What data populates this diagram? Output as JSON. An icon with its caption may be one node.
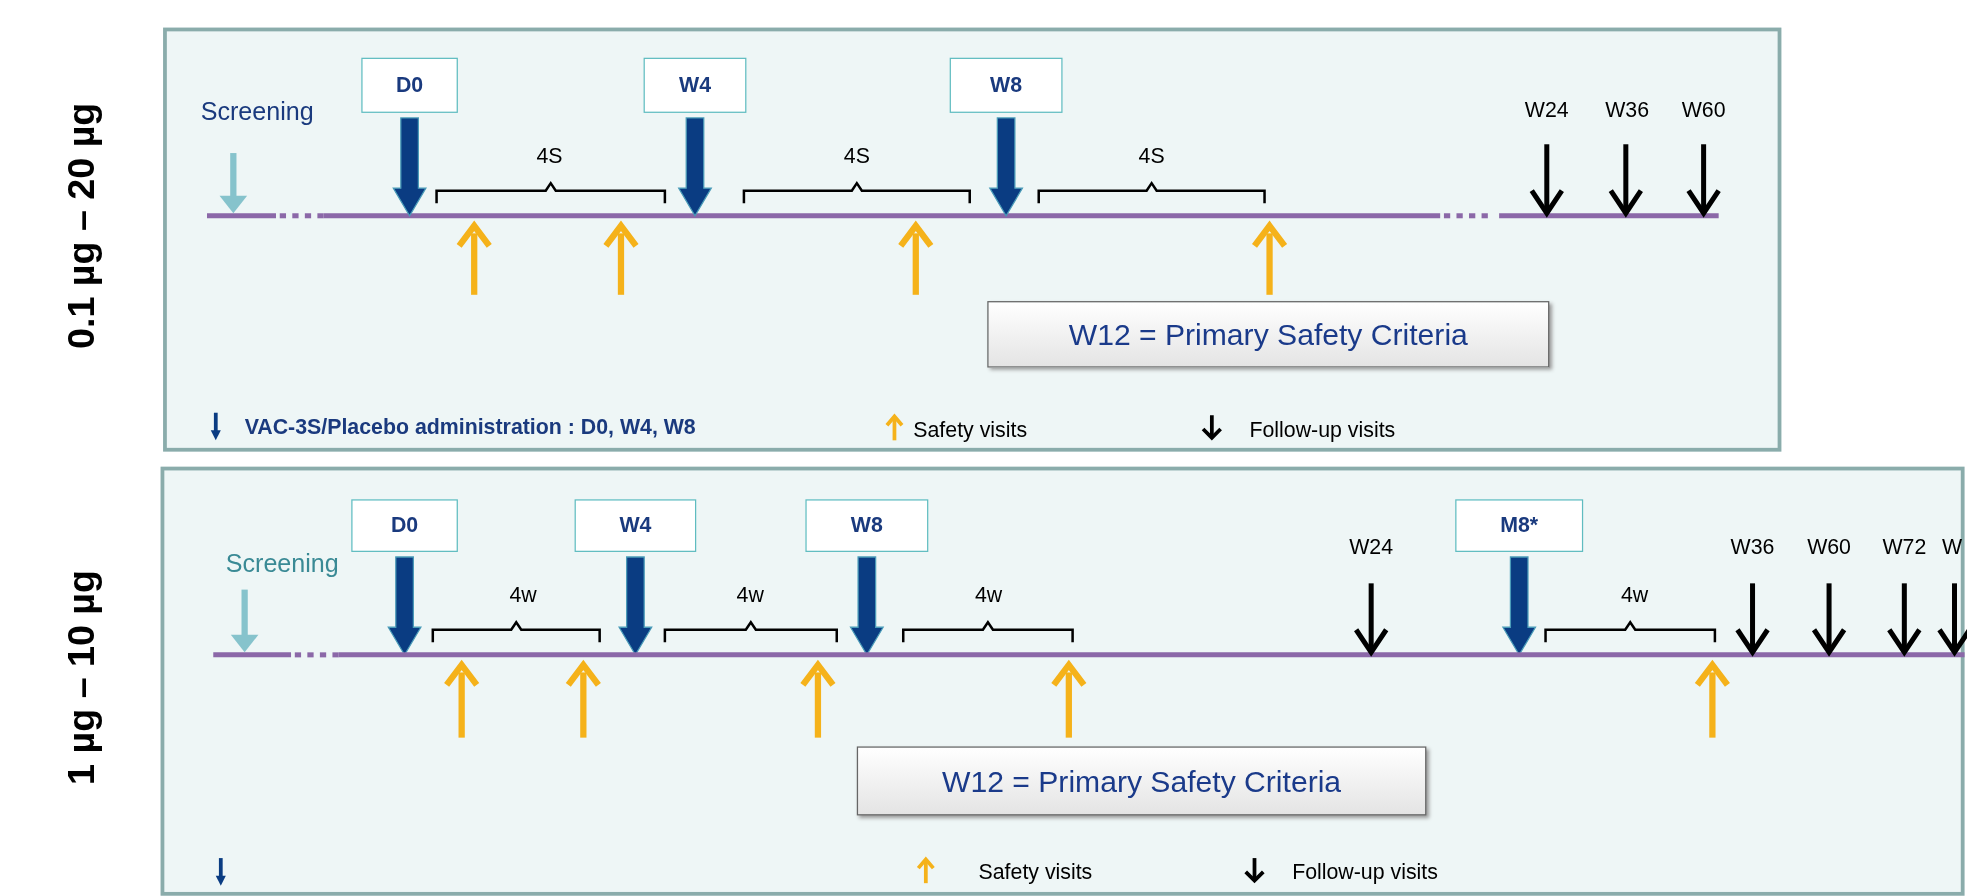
{
  "diagram": {
    "nodes": [
      {
        "text": [],
        "shape": "box",
        "beside": [
          "0.1 µg – 20 µg"
        ]
      },
      {
        "text": [
          "D0"
        ],
        "in": 0
      },
      {
        "text": [
          "W4"
        ],
        "in": 0
      },
      {
        "text": [
          "W8"
        ],
        "in": 0
      },
      {
        "text": [
          "W12 = Primary Safety Criteria"
        ],
        "in": 0
      },
      {
        "text": [],
        "shape": "box",
        "beside": [
          "1 µg – 10 µg"
        ]
      },
      {
        "text": [
          "D0"
        ],
        "in": 5
      },
      {
        "text": [
          "W4"
        ],
        "in": 5
      },
      {
        "text": [
          "W8"
        ],
        "in": 5
      },
      {
        "text": [
          "M8*"
        ],
        "in": 5
      },
      {
        "text": [
          "W12 = Primary Safety Criteria"
        ],
        "in": 5
      }
    ],
    "edges": [
      {
        "from": 1,
        "to": null,
        "arrow": "to"
      },
      {
        "from": 2,
        "to": null,
        "arrow": "to"
      },
      {
        "from": 3,
        "to": null,
        "arrow": "to"
      },
      {
        "from": 6,
        "to": null,
        "arrow": "to"
      },
      {
        "from": 7,
        "to": null,
        "arrow": "to"
      },
      {
        "from": 8,
        "to": null,
        "arrow": "to"
      },
      {
        "from": 9,
        "to": null,
        "arrow": "to"
      }
    ],
    "labels": [
      "Screening",
      "W24",
      "W36",
      "W60",
      "4S",
      "4S",
      "4S",
      "Screening",
      "W24",
      "W36",
      "W60",
      "W72",
      "W",
      "4w",
      "4w",
      "4w",
      "4w"
    ],
    "legend": [
      {
        "text": "VAC-3S/Placebo administration : D0, W4, W8"
      },
      {
        "text": "Safety visits"
      },
      {
        "text": "Follow-up visits"
      },
      {
        "text": "Safety visits"
      },
      {
        "text": "Follow-up visits"
      }
    ]
  }
}
